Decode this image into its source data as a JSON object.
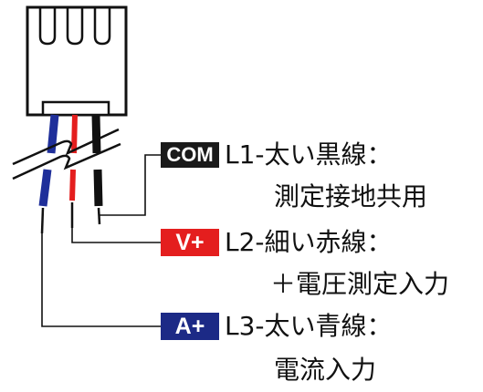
{
  "wires": [
    {
      "badge": "COM",
      "badge_color": "#1a1a1a",
      "wire_color": "#111111",
      "label": "L1-太い黒線：",
      "description": "測定接地共用"
    },
    {
      "badge": "V+",
      "badge_color": "#e41e1e",
      "wire_color": "#e41e1e",
      "label": "L2-細い赤線：",
      "description": "＋電圧測定入力"
    },
    {
      "badge": "A+",
      "badge_color": "#1c2a86",
      "wire_color": "#1f2f9a",
      "label": "L3-太い青線：",
      "description": "電流入力"
    }
  ]
}
